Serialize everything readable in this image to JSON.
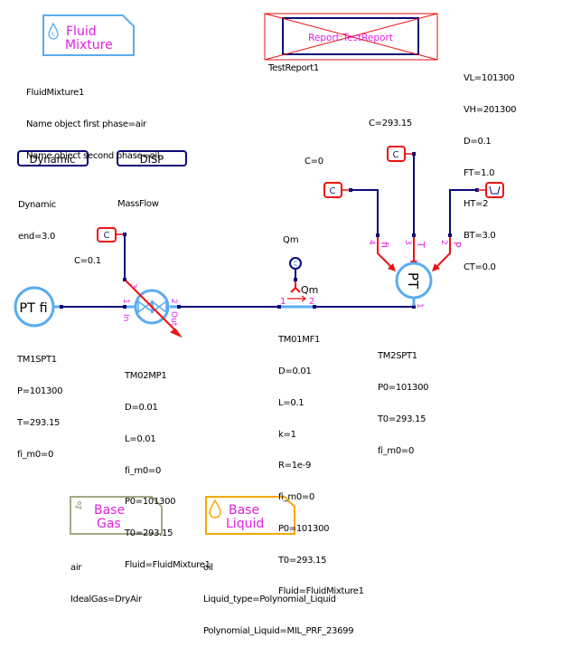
{
  "components": {
    "fluid_mixture": {
      "icon": "fluid-drop-icon",
      "title_line1": "Fluid",
      "title_line2": "Mixture",
      "params": [
        "FluidMixture1",
        "Name object first phase=air",
        "Name object second phase=oil"
      ]
    },
    "report": {
      "label": "Report:TestReport",
      "name": "TestReport1"
    },
    "report_params": [
      "VL=101300",
      "VH=201300",
      "D=0.1",
      "FT=1.0",
      "HT=2",
      "BT=3.0",
      "CT=0.0"
    ],
    "dynamic": {
      "label": "Dynamic",
      "params": [
        "Dynamic",
        "end=3.0"
      ]
    },
    "disp": {
      "label": "DISP",
      "params": [
        "MassFlow"
      ]
    },
    "const_t": {
      "label": "C",
      "value_text": "C=293.15"
    },
    "const_fi": {
      "label": "C",
      "value_text": "C=0"
    },
    "const_valve": {
      "label": "C",
      "value_text": "C=0.1"
    },
    "pressure_source": {
      "icon": "pressure-source-icon"
    },
    "source": {
      "label": "PT fi",
      "params": [
        "TM1SPT1",
        "P=101300",
        "T=293.15",
        "fi_m0=0"
      ]
    },
    "valve": {
      "port_in": "1",
      "port_in_label": "In",
      "port_out": "2",
      "port_out_label": "Out",
      "port_ctrl": "3",
      "params": [
        "TM02MP1",
        "D=0.01",
        "L=0.01",
        "fi_m0=0",
        "P0=101300",
        "T0=293.15",
        "Fluid=FluidMixture1"
      ]
    },
    "flow_meter": {
      "top_label": "Qm",
      "out_label": "Qm",
      "port1": "1",
      "port2": "2",
      "params": [
        "TM01MF1",
        "D=0.01",
        "L=0.1",
        "k=1",
        "R=1e-9",
        "fi_m0=0",
        "P0=101300",
        "T0=293.15",
        "Fluid=FluidMixture1"
      ]
    },
    "sink": {
      "label": "PT",
      "port1": "1",
      "port2": "2",
      "port2_label": "P",
      "port3": "3",
      "port3_label": "T",
      "port4": "4",
      "port4_label": "fi",
      "params": [
        "TM2SPT1",
        "P0=101300",
        "T0=293.15",
        "fi_m0=0"
      ]
    },
    "base_gas": {
      "icon": "gas-bubbles-icon",
      "title_line1": "Base",
      "title_line2": "Gas",
      "params": [
        "air",
        "IdealGas=DryAir"
      ]
    },
    "base_liquid": {
      "icon": "liquid-drop-icon",
      "title_line1": "Base",
      "title_line2": "Liquid",
      "params": [
        "oil",
        "Liquid_type=Polynomial_Liquid",
        "Polynomial_Liquid=MIL_PRF_23699"
      ]
    }
  },
  "colors": {
    "wire": "#0a0a78",
    "signal": "#ee1111",
    "component": "#5aacf0",
    "label": "#e020e0",
    "gas_frame": "#a8a888",
    "liquid_frame": "#f5a800"
  }
}
